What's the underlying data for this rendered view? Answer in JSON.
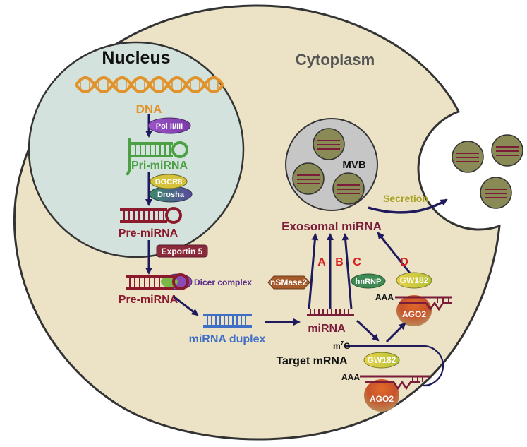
{
  "regions": {
    "nucleus": "Nucleus",
    "cytoplasm": "Cytoplasm"
  },
  "nucleus_steps": {
    "dna": "DNA",
    "pol": "Pol II/III",
    "pri_mirna": "Pri-miRNA",
    "dgcr8": "DGCR8",
    "drosha": "Drosha",
    "pre_mirna": "Pre-miRNA"
  },
  "export": {
    "exportin": "Exportin 5",
    "pre_mirna": "Pre-miRNA",
    "dicer": "Dicer complex"
  },
  "processing": {
    "duplex": "miRNA duplex",
    "mirna": "miRNA",
    "nsmase2": "nSMase2",
    "hnrnp": "hnRNP"
  },
  "sorting": {
    "a": "A",
    "b": "B",
    "c": "C",
    "d": "D",
    "exosomal": "Exosomal miRNA",
    "mvb": "MVB",
    "secretion": "Secretion"
  },
  "target": {
    "m7g_base": "m",
    "m7g_sup": "7",
    "m7g_end": "G",
    "target_mrna": "Target mRNA",
    "aaa_1": "AAA",
    "gw182_1": "GW182",
    "ago2_1": "AGO2",
    "aaa_2": "AAA",
    "gw182_2": "GW182",
    "ago2_2": "AGO2"
  },
  "colors": {
    "cell_fill": "#ece3c6",
    "nucleus_fill": "#d3e2dc",
    "arrow": "#1e1a5c",
    "dna": "#e1922a",
    "pri_green": "#4aa042",
    "pre_red": "#8b1a2c",
    "duplex_blue": "#3f6ec7",
    "mirna_maroon": "#7a1c3a",
    "label_red": "#d42020",
    "exosome_olive": "#8a8a56",
    "mvb_gray": "#c6c6c6"
  }
}
